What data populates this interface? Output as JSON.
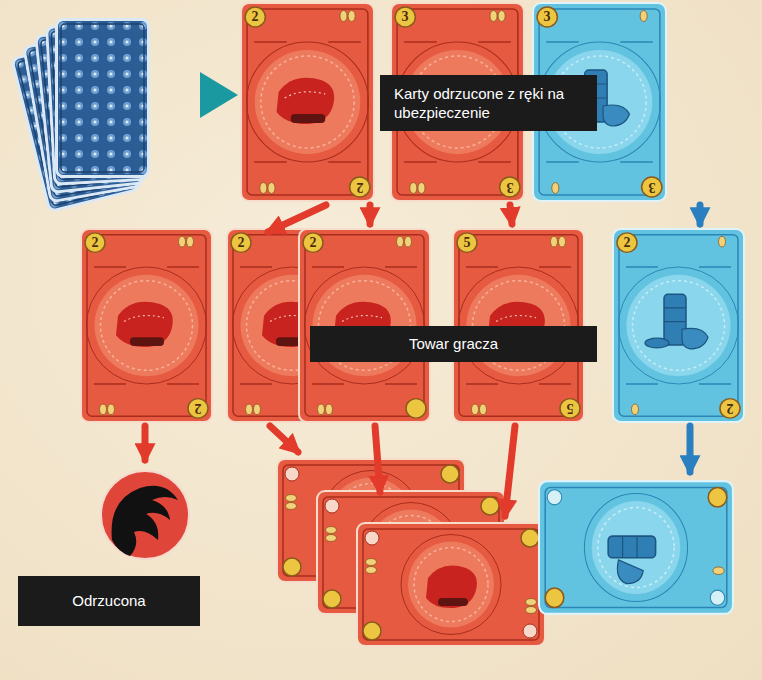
{
  "diagram": {
    "nodes": [
      {
        "text": [
          "Karty odrzucone z ręki na ubezpieczenie"
        ]
      },
      {
        "text": [
          "Towar gracza"
        ]
      },
      {
        "text": [
          "Odrzucona"
        ]
      }
    ],
    "labels": [
      "2",
      "3",
      "3",
      "2",
      "3",
      "3",
      "2",
      "2",
      "2",
      "5",
      "2",
      "2",
      "5",
      "2"
    ]
  }
}
